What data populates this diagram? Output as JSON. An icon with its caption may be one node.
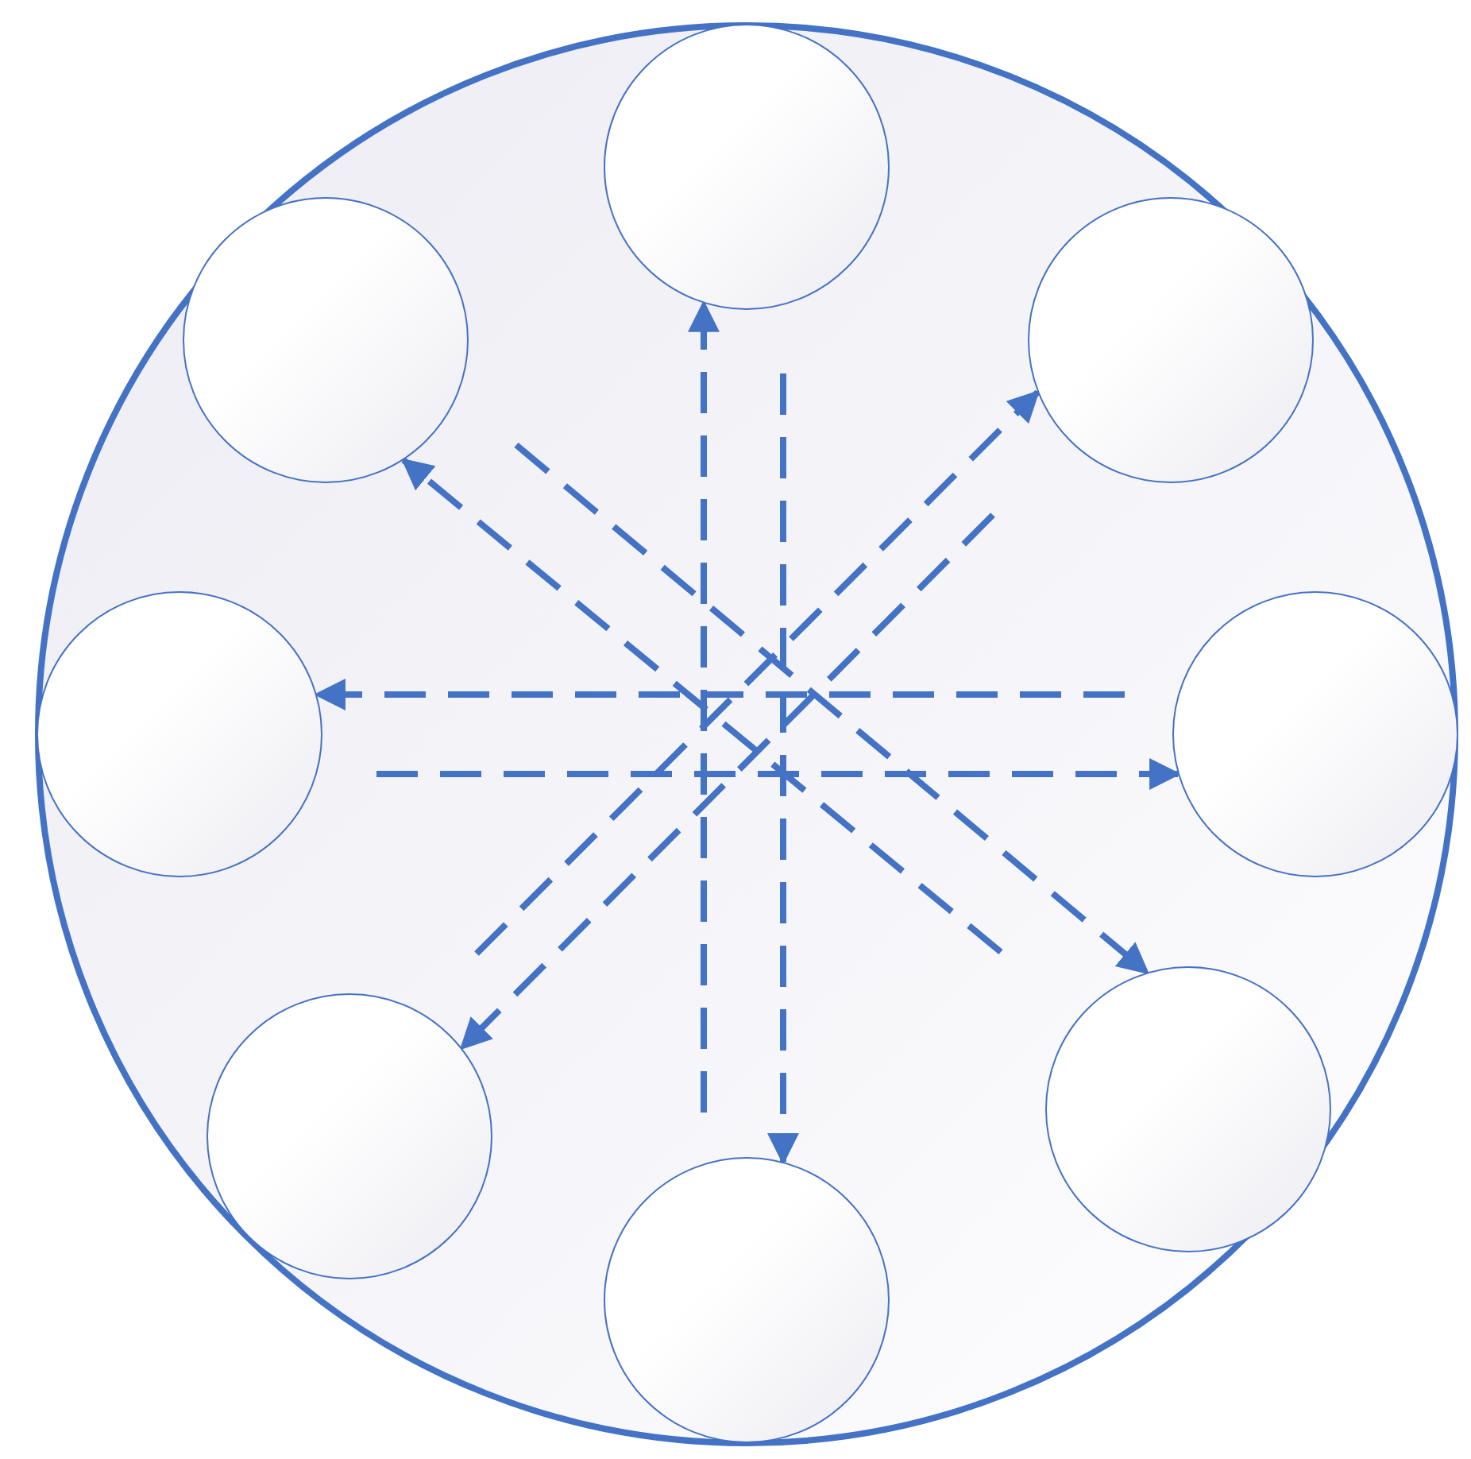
{
  "diagram": {
    "nodes": [
      {
        "text": [],
        "shape": "circle"
      },
      {
        "text": [],
        "shape": "circle"
      },
      {
        "text": [],
        "shape": "circle"
      },
      {
        "text": [],
        "shape": "circle"
      },
      {
        "text": [],
        "shape": "circle"
      },
      {
        "text": [],
        "shape": "circle"
      },
      {
        "text": [],
        "shape": "circle"
      },
      {
        "text": [],
        "shape": "circle"
      }
    ],
    "edges": [
      {
        "from": null,
        "to": 0,
        "arrow": "to",
        "style": "dashed"
      },
      {
        "from": null,
        "to": 7,
        "arrow": "to",
        "style": "dashed"
      },
      {
        "from": null,
        "to": 3,
        "arrow": "to",
        "style": "dashed"
      },
      {
        "from": null,
        "to": 4,
        "arrow": "to",
        "style": "dashed"
      },
      {
        "from": null,
        "to": 2,
        "arrow": "to",
        "style": "dashed"
      },
      {
        "from": null,
        "to": 1,
        "arrow": "to",
        "style": "dashed"
      },
      {
        "from": null,
        "to": 6,
        "arrow": "to",
        "style": "dashed"
      },
      {
        "from": null,
        "to": 5,
        "arrow": "to",
        "style": "dashed"
      }
    ]
  }
}
